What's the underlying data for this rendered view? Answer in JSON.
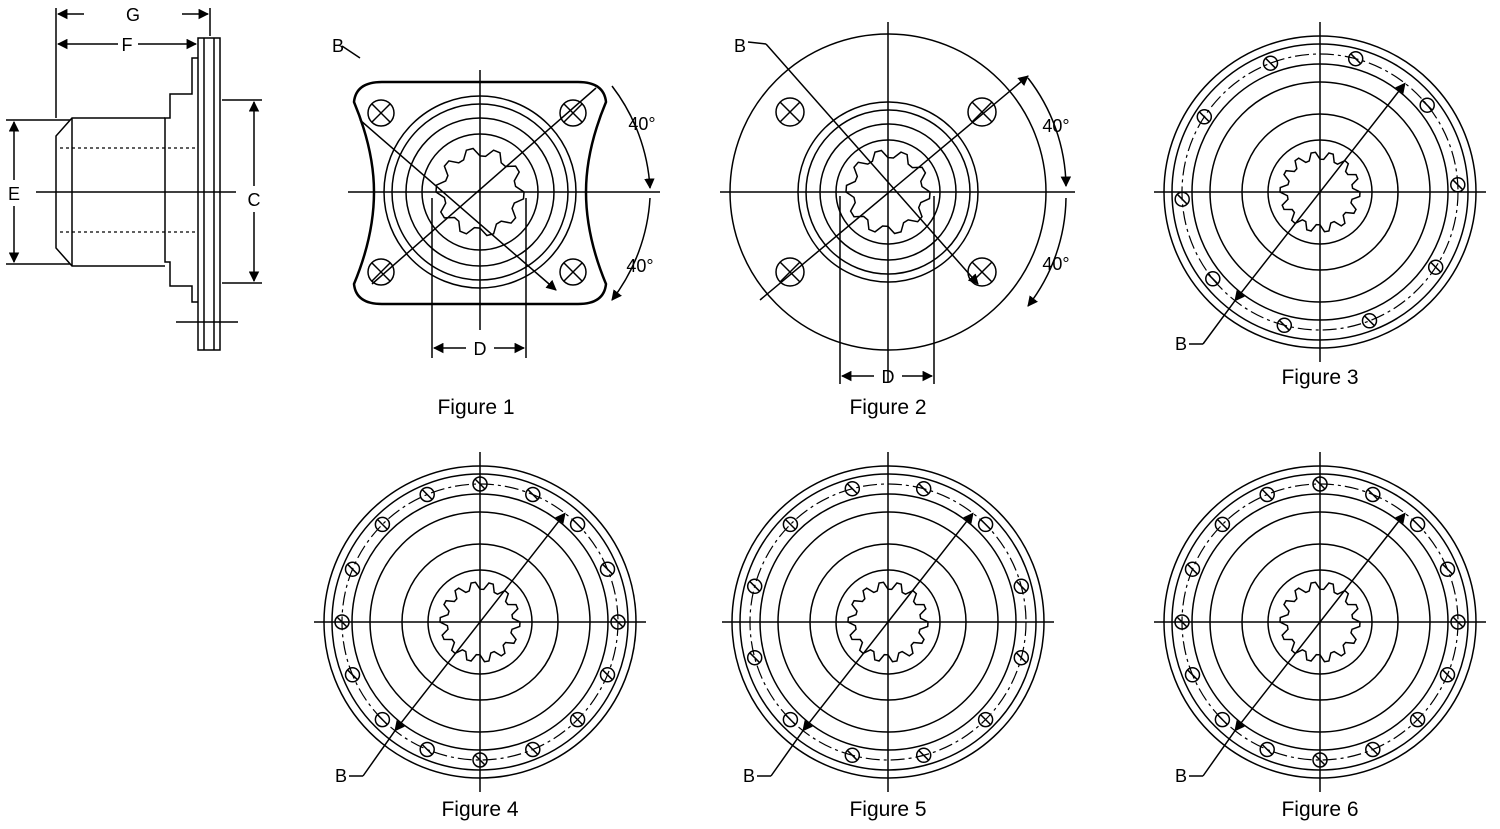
{
  "side_view": {
    "labels": {
      "g": "G",
      "f": "F",
      "e": "E",
      "c": "C"
    }
  },
  "figures": [
    {
      "caption": "Figure 1",
      "labels": {
        "b": "B",
        "d": "D",
        "angle_top": "40°",
        "angle_bottom": "40°"
      }
    },
    {
      "caption": "Figure 2",
      "labels": {
        "b": "B",
        "d": "D",
        "angle_top": "40°",
        "angle_bottom": "40°"
      }
    },
    {
      "caption": "Figure 3",
      "labels": {
        "b": "B"
      }
    },
    {
      "caption": "Figure 4",
      "labels": {
        "b": "B"
      }
    },
    {
      "caption": "Figure 5",
      "labels": {
        "b": "B"
      }
    },
    {
      "caption": "Figure 6",
      "labels": {
        "b": "B"
      }
    }
  ]
}
